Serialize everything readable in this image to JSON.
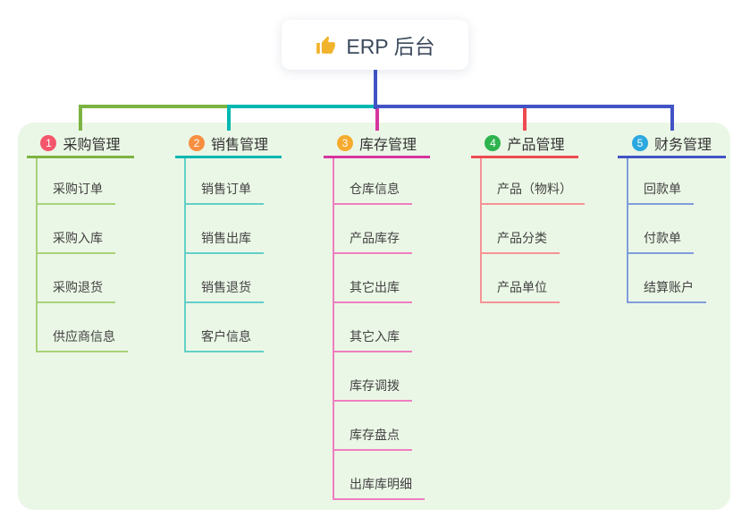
{
  "root": {
    "label": "ERP 后台",
    "icon": "thumbs-up-icon",
    "icon_color": "#f2b32c"
  },
  "panel": {
    "background": "#ebf7e6"
  },
  "connector": {
    "trunk_color": "#4254c5"
  },
  "branches": [
    {
      "index": "1",
      "label": "采购管理",
      "badge_color": "#f4566b",
      "line_color": "#7cb342",
      "child_line_color": "#a8d178",
      "children": [
        "采购订单",
        "采购入库",
        "采购退货",
        "供应商信息"
      ]
    },
    {
      "index": "2",
      "label": "销售管理",
      "badge_color": "#f78e40",
      "line_color": "#00b7b2",
      "child_line_color": "#63cfc9",
      "children": [
        "销售订单",
        "销售出库",
        "销售退货",
        "客户信息"
      ]
    },
    {
      "index": "3",
      "label": "库存管理",
      "badge_color": "#f6ab2e",
      "line_color": "#d6359f",
      "child_line_color": "#ee7ec1",
      "children": [
        "仓库信息",
        "产品库存",
        "其它出库",
        "其它入库",
        "库存调拨",
        "库存盘点",
        "出库库明细"
      ]
    },
    {
      "index": "4",
      "label": "产品管理",
      "badge_color": "#2eb34f",
      "line_color": "#ef4b52",
      "child_line_color": "#f59396",
      "children": [
        "产品（物料）",
        "产品分类",
        "产品单位"
      ]
    },
    {
      "index": "5",
      "label": "财务管理",
      "badge_color": "#2ba8e0",
      "line_color": "#4254c5",
      "child_line_color": "#7f9ddb",
      "children": [
        "回款单",
        "付款单",
        "结算账户"
      ]
    }
  ]
}
